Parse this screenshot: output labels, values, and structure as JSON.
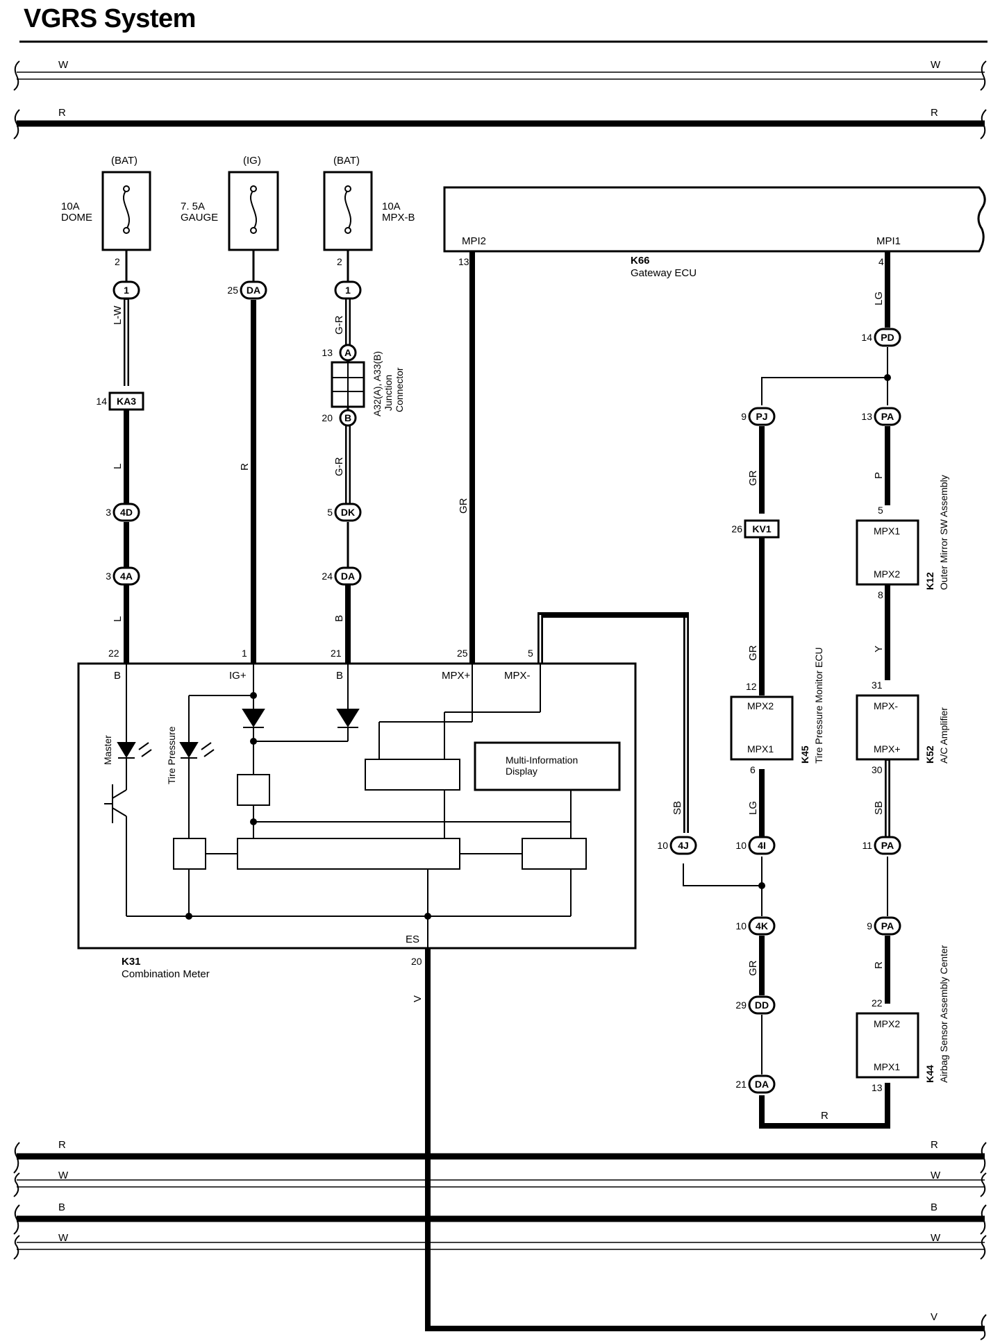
{
  "title": "VGRS System",
  "buses_top": [
    {
      "name": "W",
      "heavy": false
    },
    {
      "name": "R",
      "heavy": true
    }
  ],
  "buses_bottom": [
    {
      "name": "R",
      "heavy": true
    },
    {
      "name": "W",
      "heavy": false
    },
    {
      "name": "B",
      "heavy": true
    },
    {
      "name": "W",
      "heavy": false
    },
    {
      "name": "V",
      "heavy": true
    }
  ],
  "fuses": [
    {
      "source": "(BAT)",
      "rating": "10A",
      "name": "DOME",
      "pin": "2"
    },
    {
      "source": "(IG)",
      "rating": "7. 5A",
      "name": "GAUGE"
    },
    {
      "source": "(BAT)",
      "rating": "10A",
      "name": "MPX-B",
      "pin": "2"
    }
  ],
  "gateway": {
    "id": "K66",
    "name": "Gateway ECU",
    "term1": "MPI2",
    "term1_pin": "13",
    "term2": "MPI1",
    "term2_pin": "4"
  },
  "connectors": {
    "c1": {
      "pin": "",
      "label": "1"
    },
    "da1": {
      "pin": "25",
      "label": "DA"
    },
    "c1b": {
      "pin": "",
      "label": "1"
    },
    "ka3": {
      "pin": "14",
      "label": "KA3"
    },
    "a": {
      "pin": "13",
      "label": "A"
    },
    "b": {
      "pin": "20",
      "label": "B"
    },
    "c4d": {
      "pin": "3",
      "label": "4D"
    },
    "dk": {
      "pin": "5",
      "label": "DK"
    },
    "c4a": {
      "pin": "3",
      "label": "4A"
    },
    "da2": {
      "pin": "24",
      "label": "DA"
    },
    "pd": {
      "pin": "14",
      "label": "PD"
    },
    "pj": {
      "pin": "9",
      "label": "PJ"
    },
    "pa1": {
      "pin": "13",
      "label": "PA"
    },
    "kv1": {
      "pin": "26",
      "label": "KV1"
    },
    "c4j": {
      "pin": "10",
      "label": "4J"
    },
    "c4i": {
      "pin": "10",
      "label": "4I"
    },
    "pa2": {
      "pin": "11",
      "label": "PA"
    },
    "c4k": {
      "pin": "10",
      "label": "4K"
    },
    "pa3": {
      "pin": "9",
      "label": "PA"
    },
    "dd": {
      "pin": "29",
      "label": "DD"
    },
    "da3": {
      "pin": "21",
      "label": "DA"
    }
  },
  "junction": {
    "label_line1": "A32(A), A33(B)",
    "label_line2": "Junction",
    "label_line3": "Connector"
  },
  "wire_colors": {
    "lw": "L-W",
    "l1": "L",
    "l2": "L",
    "r1": "R",
    "gr1": "G-R",
    "gr2": "G-R",
    "b1": "B",
    "gr_mpi2": "GR",
    "lg1": "LG",
    "gr_kv": "GR",
    "p1": "P",
    "gr_k45": "GR",
    "y1": "Y",
    "sb1": "SB",
    "lg2": "LG",
    "sb2": "SB",
    "gr3": "GR",
    "r2": "R",
    "r3": "R",
    "v1": "V"
  },
  "meter": {
    "id": "K31",
    "name": "Combination Meter",
    "pins": {
      "b1": "22",
      "igp": "1",
      "b2": "21",
      "mpxp": "25",
      "mpxm": "5",
      "es": "20"
    },
    "terms": {
      "b1": "B",
      "igp": "IG+",
      "b2": "B",
      "mpxp": "MPX+",
      "mpxm": "MPX-",
      "es": "ES"
    },
    "lamps": {
      "master": "Master",
      "tire": "Tire Pressure"
    },
    "display": {
      "line1": "Multi-Information",
      "line2": "Display"
    }
  },
  "k12": {
    "id": "K12",
    "name": "Outer Mirror SW Assembly",
    "t1": "MPX1",
    "t2": "MPX2",
    "pin_top": "5",
    "pin_bot": "8"
  },
  "k45": {
    "id": "K45",
    "name": "Tire Pressure Monitor ECU",
    "t1": "MPX2",
    "t2": "MPX1",
    "pin_top": "12",
    "pin_bot": "6"
  },
  "k52": {
    "id": "K52",
    "name": "A/C Amplifier",
    "t1": "MPX-",
    "t2": "MPX+",
    "pin_top": "31",
    "pin_bot": "30"
  },
  "k44": {
    "id": "K44",
    "name": "Airbag Sensor Assembly Center",
    "t1": "MPX2",
    "t2": "MPX1",
    "pin_top": "22",
    "pin_bot": "13"
  }
}
